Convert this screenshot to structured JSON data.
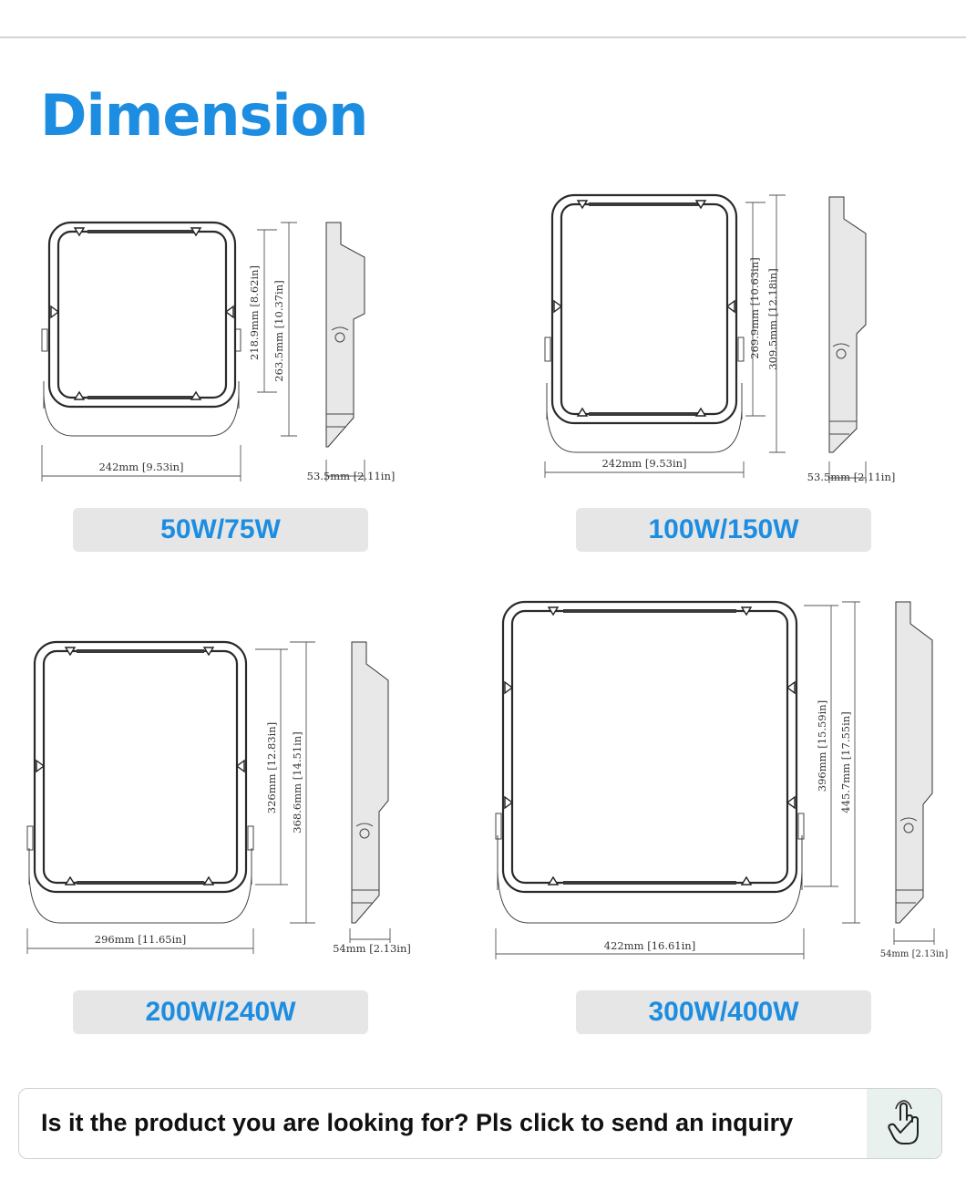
{
  "title": "Dimension",
  "models": [
    {
      "label": "50W/75W",
      "width": "242mm  [9.53in]",
      "inner_height": "218.9mm  [8.62in]",
      "outer_height": "263.5mm  [10.37in]",
      "depth": "53.5mm  [2.11in]"
    },
    {
      "label": "100W/150W",
      "width": "242mm  [9.53in]",
      "inner_height": "269.9mm  [10.63in]",
      "outer_height": "309.5mm  [12.18in]",
      "depth": "53.5mm  [2.11in]"
    },
    {
      "label": "200W/240W",
      "width": "296mm  [11.65in]",
      "inner_height": "326mm  [12.83in]",
      "outer_height": "368.6mm  [14.51in]",
      "depth": "54mm  [2.13in]"
    },
    {
      "label": "300W/400W",
      "width": "422mm  [16.61in]",
      "inner_height": "396mm  [15.59in]",
      "outer_height": "445.7mm  [17.55in]",
      "depth": "54mm  [2.13in]"
    }
  ],
  "inquiry": {
    "text": "Is it the product you are looking for? Pls click to send an inquiry",
    "icon": "pointing-hand-icon"
  },
  "colors": {
    "accent": "#1c8de0",
    "pill_bg": "#e6e6e6"
  }
}
